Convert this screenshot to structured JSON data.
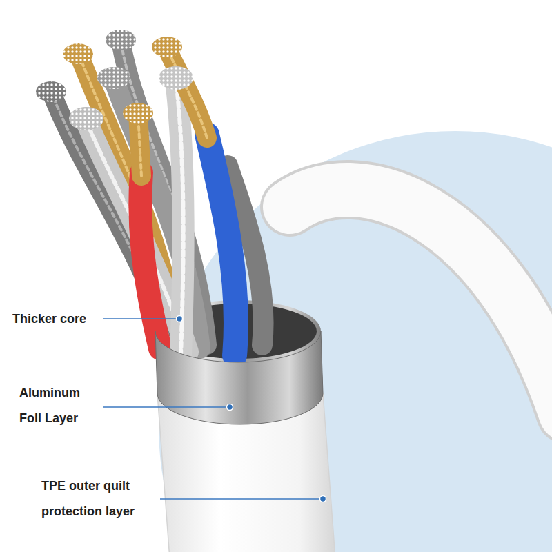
{
  "diagram": {
    "labels": [
      "Thicker core",
      "Aluminum Foil Layer",
      "TPE outer quilt protection layer"
    ]
  }
}
